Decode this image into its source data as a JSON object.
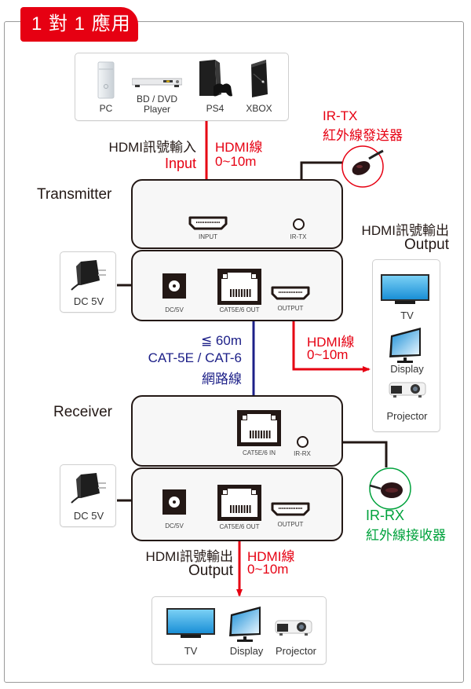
{
  "header": {
    "tab_title": "1 對 1 應用",
    "accent_color": "#e60012"
  },
  "sources": {
    "items": [
      {
        "icon": "pc-tower-icon",
        "label": "PC"
      },
      {
        "icon": "bd-dvd-player-icon",
        "label_line1": "BD / DVD",
        "label_line2": "Player"
      },
      {
        "icon": "ps4-console-icon",
        "label": "PS4"
      },
      {
        "icon": "xbox-console-icon",
        "label": "XBOX"
      }
    ]
  },
  "input_signal": {
    "label_cn": "HDMI訊號輸入",
    "label_en": "Input"
  },
  "input_cable": {
    "line1": "HDMI線",
    "line2": "0~10m"
  },
  "ir_tx": {
    "label_en": "IR-TX",
    "label_cn": "紅外線發送器"
  },
  "transmitter": {
    "title": "Transmitter",
    "rear_ports": {
      "input": "INPUT",
      "ir": "IR-TX"
    },
    "front_ports": {
      "dc": "DC/5V",
      "cat": "CAT5E/6 OUT",
      "output": "OUTPUT"
    }
  },
  "power": {
    "label": "DC 5V"
  },
  "tx_output": {
    "label_cn": "HDMI訊號輸出",
    "label_en": "Output",
    "cable_line1": "HDMI線",
    "cable_line2": "0~10m",
    "displays": [
      {
        "icon": "tv-icon",
        "label": "TV"
      },
      {
        "icon": "monitor-icon",
        "label": "Display"
      },
      {
        "icon": "projector-icon",
        "label": "Projector"
      }
    ]
  },
  "network_cable": {
    "line1": "≦ 60m",
    "line2": "CAT-5E / CAT-6",
    "line3": "網路線",
    "color": "#1d2088"
  },
  "receiver": {
    "title": "Receiver",
    "top_ports": {
      "cat": "CAT5E/6 IN",
      "ir": "IR-RX"
    },
    "bottom_ports": {
      "dc": "DC/5V",
      "cat": "CAT5E/6 OUT",
      "output": "OUTPUT"
    }
  },
  "ir_rx": {
    "label_en": "IR-RX",
    "label_cn": "紅外線接收器",
    "color": "#00a23c"
  },
  "rx_output": {
    "label_cn": "HDMI訊號輸出",
    "label_en": "Output",
    "cable_line1": "HDMI線",
    "cable_line2": "0~10m",
    "displays": [
      {
        "icon": "tv-icon",
        "label": "TV"
      },
      {
        "icon": "monitor-icon",
        "label": "Display"
      },
      {
        "icon": "projector-icon",
        "label": "Projector"
      }
    ]
  }
}
